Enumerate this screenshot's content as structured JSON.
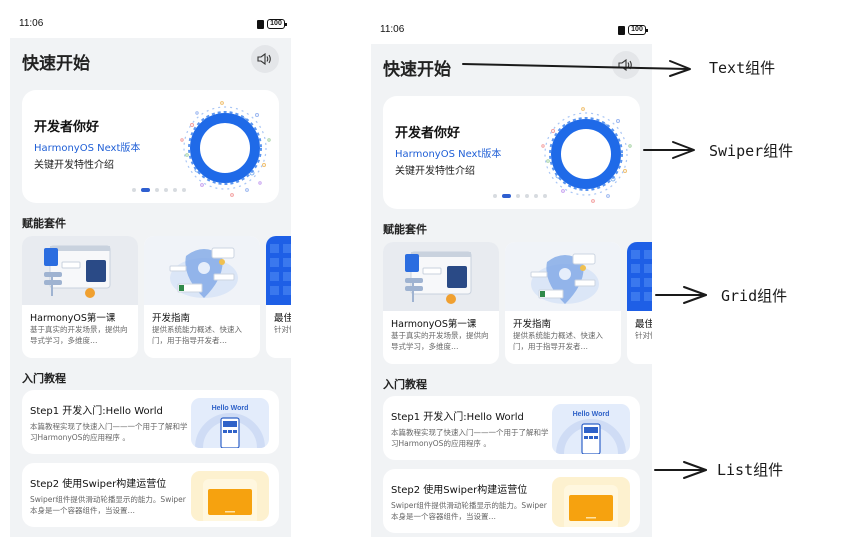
{
  "status_bar": {
    "time": "11:06",
    "battery": "100"
  },
  "header": {
    "title": "快速开始",
    "speaker_icon": "speaker-icon"
  },
  "swiper": {
    "title": "开发者你好",
    "subtitle": "HarmonyOS Next版本",
    "description": "关键开发特性介绍",
    "dot_count": 6,
    "active_dot": 1,
    "accent": "#1f5fd6"
  },
  "enablement": {
    "section_title": "赋能套件",
    "items": [
      {
        "title": "HarmonyOS第一课",
        "description": "基于真实的开发场景，提供向导式学习，多维度…"
      },
      {
        "title": "开发指南",
        "description": "提供系统能力概述、快速入门，用于指导开发者…"
      },
      {
        "title": "最佳",
        "description": "针对性提"
      }
    ]
  },
  "tutorials": {
    "section_title": "入门教程",
    "items": [
      {
        "title": "Step1 开发入门:Hello World",
        "description": "本篇教程实现了快速入门——一个用于了解和学习HarmonyOS的应用程序 。",
        "thumb_label": "Hello Word"
      },
      {
        "title": "Step2 使用Swiper构建运营位",
        "description": "Swiper组件提供滑动轮播显示的能力。Swiper本身是一个容器组件，当设置…",
        "thumb_label": ""
      }
    ]
  },
  "annotations": [
    {
      "label": "Text组件",
      "target": "page-title"
    },
    {
      "label": "Swiper组件",
      "target": "swiper"
    },
    {
      "label": "Grid组件",
      "target": "enablement-grid"
    },
    {
      "label": "List组件",
      "target": "tutorial-list"
    }
  ]
}
